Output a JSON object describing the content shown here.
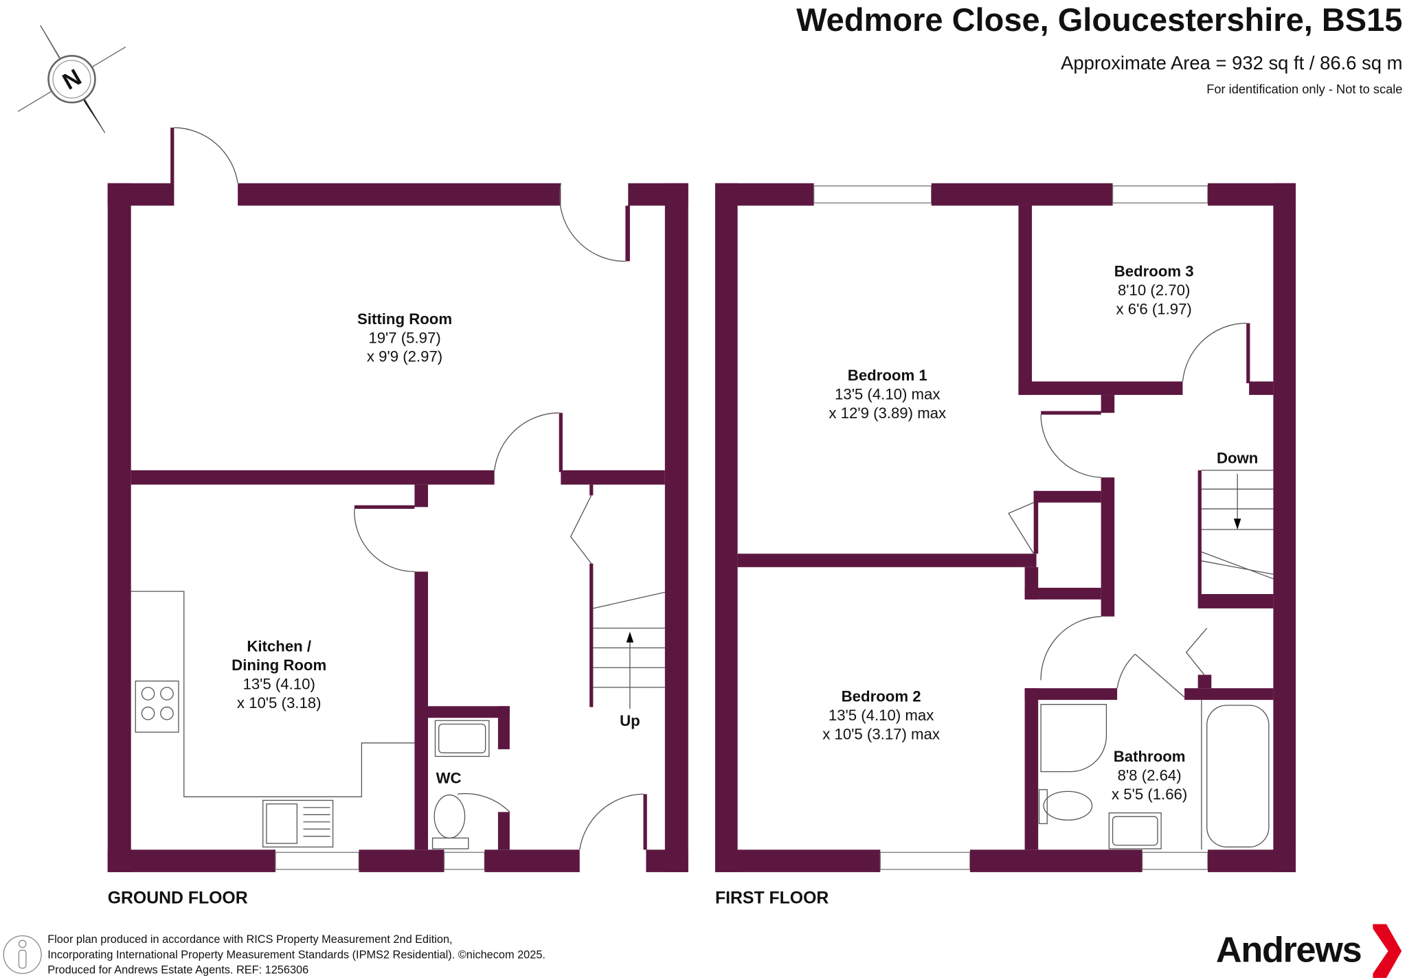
{
  "header": {
    "title": "Wedmore Close, Gloucestershire, BS15",
    "area": "Approximate Area = 932 sq ft / 86.6 sq m",
    "disclaimer": "For identification only - Not to scale"
  },
  "compass": {
    "label": "N"
  },
  "floors": [
    {
      "label": "GROUND FLOOR",
      "rooms": [
        {
          "name": "Sitting Room",
          "dim1": "19'7 (5.97)",
          "dim2": "x 9'9 (2.97)"
        },
        {
          "name1": "Kitchen /",
          "name2": "Dining Room",
          "dim1": "13'5 (4.10)",
          "dim2": "x 10'5 (3.18)"
        },
        {
          "name": "WC"
        },
        {
          "name": "Up"
        }
      ]
    },
    {
      "label": "FIRST FLOOR",
      "rooms": [
        {
          "name": "Bedroom 1",
          "dim1": "13'5 (4.10) max",
          "dim2": "x 12'9 (3.89) max"
        },
        {
          "name": "Bedroom 2",
          "dim1": "13'5 (4.10) max",
          "dim2": "x 10'5 (3.17) max"
        },
        {
          "name": "Bedroom 3",
          "dim1": "8'10 (2.70)",
          "dim2": "x 6'6 (1.97)"
        },
        {
          "name": "Bathroom",
          "dim1": "8'8 (2.64)",
          "dim2": "x 5'5 (1.66)"
        },
        {
          "name": "Down"
        }
      ]
    }
  ],
  "footer": {
    "line1": "Floor plan produced in accordance with RICS Property Measurement 2nd Edition,",
    "line2": "Incorporating International Property Measurement Standards (IPMS2 Residential).  ©nichecom 2025.",
    "line3": "Produced for Andrews Estate Agents.   REF: 1256306"
  },
  "brand": {
    "name": "Andrews",
    "color": "#5c1740",
    "accent": "#e3001b"
  }
}
